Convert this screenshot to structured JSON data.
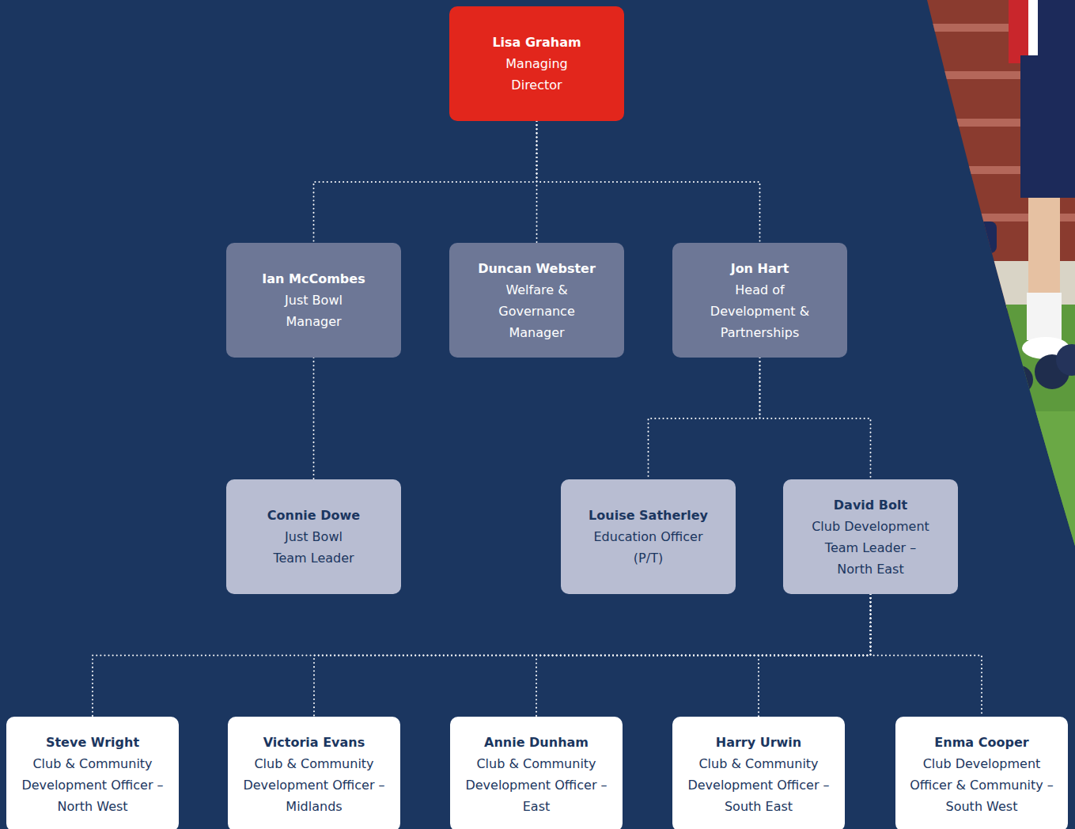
{
  "diagram": {
    "nodes": [
      {
        "text": [
          "Lisa Graham",
          "Managing Director"
        ]
      },
      {
        "text": [
          "Ian McCombes",
          "Just Bowl Manager"
        ]
      },
      {
        "text": [
          "Duncan Webster",
          "Welfare & Governance Manager"
        ]
      },
      {
        "text": [
          "Jon Hart",
          "Head of Development & Partnerships"
        ]
      },
      {
        "text": [
          "Connie Dowe",
          "Just Bowl Team Leader"
        ]
      },
      {
        "text": [
          "Louise Satherley",
          "Education Officer (P/T)"
        ]
      },
      {
        "text": [
          "David Bolt",
          "Club Development Team Leader – North East"
        ]
      },
      {
        "text": [
          "Steve Wright",
          "Club & Community Development Officer – North West"
        ]
      },
      {
        "text": [
          "Victoria Evans",
          "Club & Community Development Officer – Midlands"
        ]
      },
      {
        "text": [
          "Annie Dunham",
          "Club & Community Development Officer – East"
        ]
      },
      {
        "text": [
          "Harry Urwin",
          "Club & Community Development Officer – South East"
        ]
      },
      {
        "text": [
          "Enma Cooper",
          "Club Development Officer & Community – South West"
        ]
      }
    ],
    "edges": [
      {
        "from": 0,
        "to": 1,
        "arrow": "none"
      },
      {
        "from": 0,
        "to": 2,
        "arrow": "none"
      },
      {
        "from": 0,
        "to": 3,
        "arrow": "none"
      },
      {
        "from": 1,
        "to": 4,
        "arrow": "none"
      },
      {
        "from": 3,
        "to": 5,
        "arrow": "none"
      },
      {
        "from": 3,
        "to": 6,
        "arrow": "none"
      },
      {
        "from": 6,
        "to": 7,
        "arrow": "none"
      },
      {
        "from": 6,
        "to": 8,
        "arrow": "none"
      },
      {
        "from": 6,
        "to": 9,
        "arrow": "none"
      },
      {
        "from": 6,
        "to": 10,
        "arrow": "none"
      },
      {
        "from": 6,
        "to": 11,
        "arrow": "none"
      }
    ]
  }
}
